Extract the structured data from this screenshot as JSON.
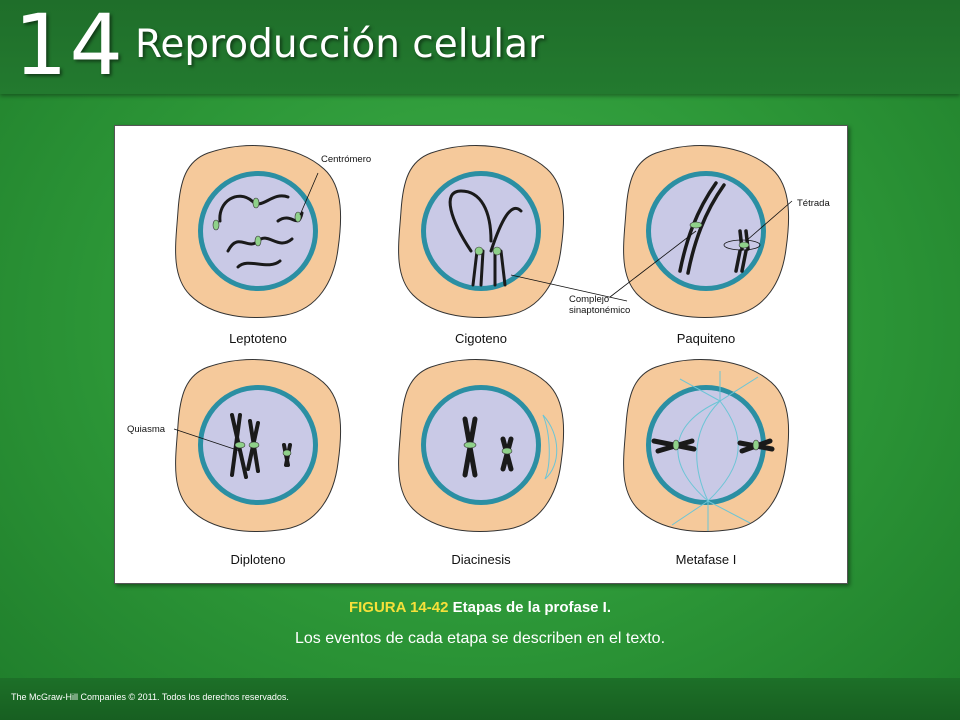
{
  "header": {
    "chapter_number": "14",
    "chapter_title": "Reproducción celular"
  },
  "figure": {
    "stages": [
      {
        "label": "Leptoteno"
      },
      {
        "label": "Cigoteno"
      },
      {
        "label": "Paquiteno"
      },
      {
        "label": "Diploteno"
      },
      {
        "label": "Diacinesis"
      },
      {
        "label": "Metafase I"
      }
    ],
    "callouts": {
      "centromere": "Centrómero",
      "tetrad": "Tétrada",
      "synaptonemal_1": "Complejo",
      "synaptonemal_2": "sinaptonémico",
      "chiasma": "Quiasma"
    },
    "colors": {
      "cytoplasm": "#f5c99b",
      "nucleus": "#c9c9e6",
      "nuclear_envelope": "#2b8fa3",
      "chromosome": "#1a1a1a",
      "centromere": "#8fd18a"
    }
  },
  "caption": {
    "figure_ref": "FIGURA 14-42",
    "figure_title": "Etapas de la profase I.",
    "description": "Los eventos de cada etapa se describen en el texto."
  },
  "footer": {
    "copyright": "The McGraw-Hill Companies © 2011. Todos los derechos reservados."
  }
}
